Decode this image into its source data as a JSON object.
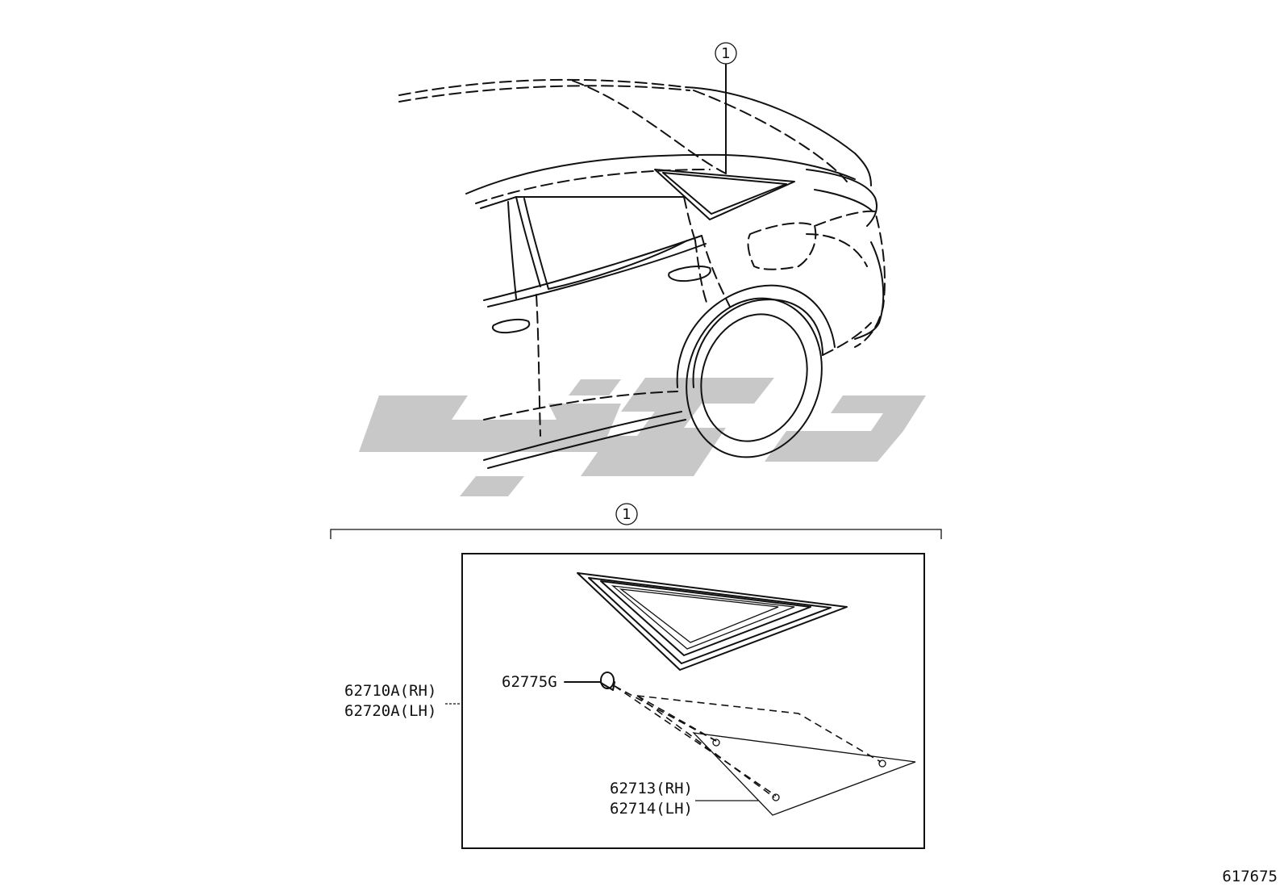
{
  "callouts": {
    "top_marker": "1",
    "section_marker": "1"
  },
  "parts": {
    "glass_assembly_rh": "62710A(RH)",
    "glass_assembly_lh": "62720A(LH)",
    "clip": "62775G",
    "spacer_rh": "62713(RH)",
    "spacer_lh": "62714(LH)"
  },
  "footer": {
    "illustration_number": "617675"
  },
  "colors": {
    "line": "#111111",
    "watermark": "#c8c8c8",
    "background": "#ffffff"
  }
}
